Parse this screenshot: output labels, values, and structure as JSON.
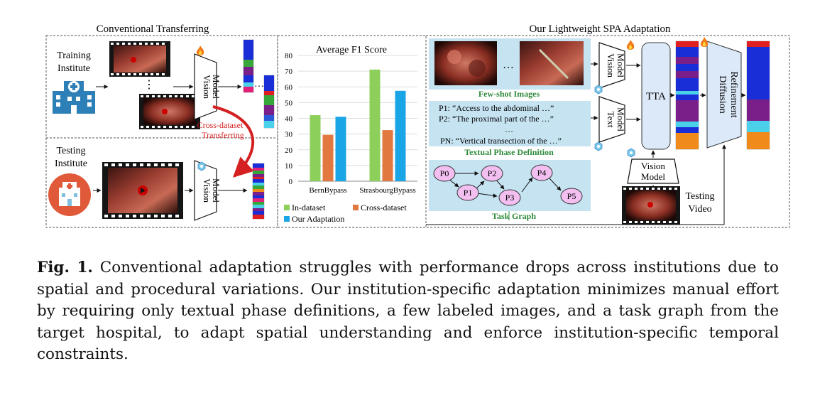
{
  "figure": {
    "left_title": "Conventional Transferring",
    "right_title": "Our Lightweight SPA Adaptation",
    "training_institute": [
      "Training",
      "Institute"
    ],
    "testing_institute": [
      "Testing",
      "Institute"
    ],
    "vision_model": [
      "Vision",
      "Model"
    ],
    "text_model": [
      "Text",
      "Model"
    ],
    "cross_dataset": [
      "Cross-dataset",
      "Transferring"
    ],
    "few_shot_label": "Few-shot Images",
    "ellipsis": "…",
    "vdots": "⋮",
    "hdots": "…",
    "phases": [
      "P1: “Access to the abdominal …”",
      "P2: “The proximal part of the …”",
      "…",
      "PN: “Vertical transection of the …”"
    ],
    "phase_def_label": "Textual Phase Definition",
    "task_graph_label_a": "Task",
    "task_graph_label_b": "Graph",
    "tta": "TTA",
    "diffusion": [
      "Diffusion",
      "Refinement"
    ],
    "testing_video": [
      "Testing",
      "Video"
    ],
    "nodes": [
      "P0",
      "P1",
      "P2",
      "P3",
      "P4",
      "P5"
    ],
    "fire_icon": "fire-icon",
    "snowflake_icon": "snowflake-icon",
    "hospital_icon": "hospital-icon"
  },
  "chart_data": {
    "type": "bar",
    "title": "Average F1 Score",
    "categories": [
      "BernBypass",
      "StrasbourgBypass"
    ],
    "series": [
      {
        "name": "In-dataset",
        "color": "#8ccf5a",
        "values": [
          42,
          71
        ]
      },
      {
        "name": "Cross-dataset",
        "color": "#e07840",
        "values": [
          29.5,
          32.5
        ]
      },
      {
        "name": "Our Adaptation",
        "color": "#1aa6e6",
        "values": [
          41,
          57.5
        ]
      }
    ],
    "ylim": [
      0,
      80
    ],
    "yticks": [
      0,
      10,
      20,
      30,
      40,
      50,
      60,
      70,
      80
    ],
    "grid": true,
    "legend": "bottom"
  },
  "caption": {
    "label": "Fig. 1.",
    "text": "Conventional adaptation struggles with performance drops across institutions due to spatial and procedural variations. Our institution-specific adaptation minimizes manual effort by requiring only textual phase definitions, a few labeled images, and a task graph from the target hospital, to adapt spatial understanding and enforce institution-specific temporal constraints."
  }
}
